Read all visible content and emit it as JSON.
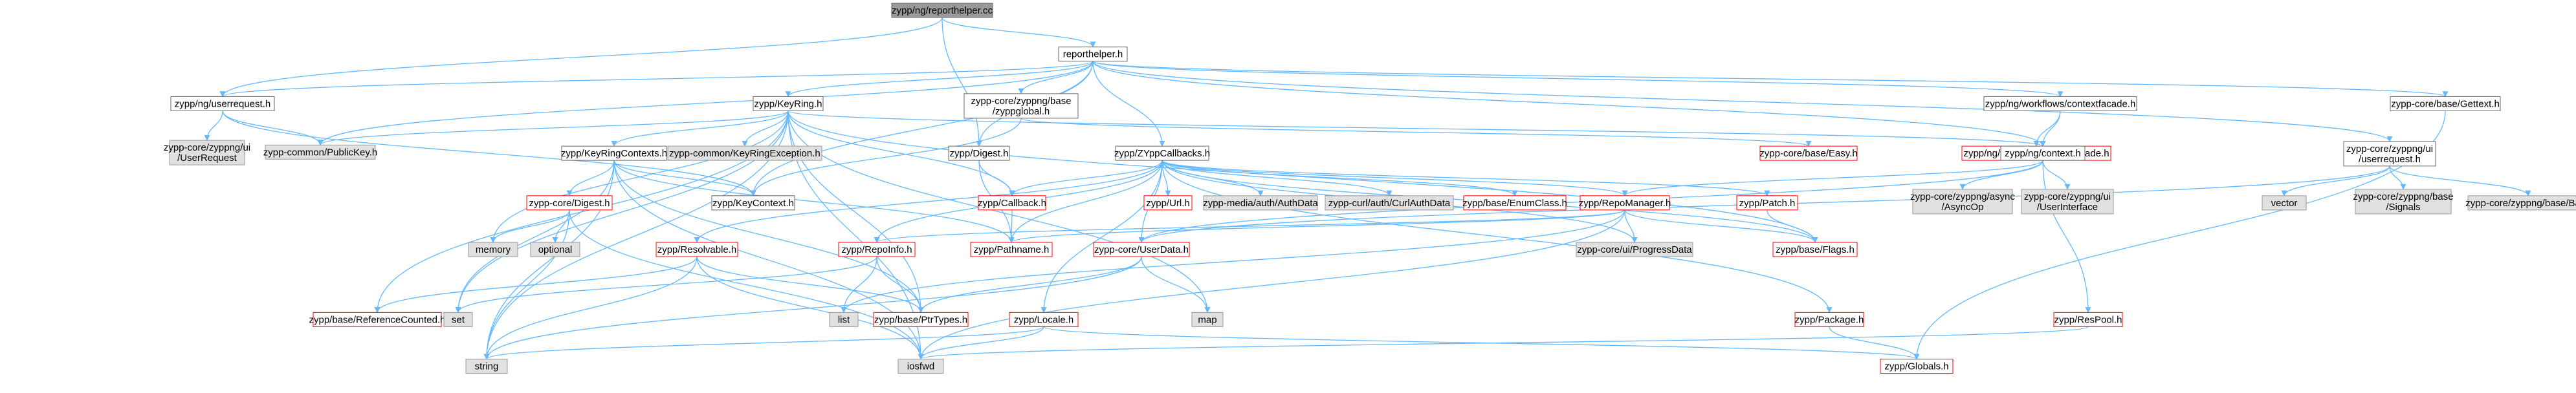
{
  "colors": {
    "edge": "#63b8ff",
    "box_border": "#666666",
    "box_fill": "#ffffff",
    "root_fill": "#999999",
    "external_fill": "#e0e0e0",
    "external_border": "#999999",
    "truncated_border": "#ff0000",
    "text": "#000000"
  },
  "nodes": [
    {
      "id": "root",
      "label": "zypp/ng/reporthelper.cc",
      "kind": "root"
    },
    {
      "id": "reporthelper",
      "label": "reporthelper.h",
      "kind": "normal"
    },
    {
      "id": "userrequest_h",
      "label": "zypp/ng/userrequest.h",
      "kind": "normal"
    },
    {
      "id": "ui_userrequest",
      "label": "zypp-core/zyppng/ui\n/UserRequest",
      "kind": "external"
    },
    {
      "id": "publickey",
      "label": "zypp-common/PublicKey.h",
      "kind": "external"
    },
    {
      "id": "keyring",
      "label": "zypp/KeyRing.h",
      "kind": "normal"
    },
    {
      "id": "zyppglobal",
      "label": "zypp-core/zyppng/base\n/zyppglobal.h",
      "kind": "normal"
    },
    {
      "id": "contextfacade",
      "label": "zypp/ng/workflows/contextfacade.h",
      "kind": "normal"
    },
    {
      "id": "gettext",
      "label": "zypp-core/base/Gettext.h",
      "kind": "normal"
    },
    {
      "id": "keyringcontexts",
      "label": "zypp/KeyRingContexts.h",
      "kind": "normal"
    },
    {
      "id": "keyringexception",
      "label": "zypp-common/KeyRingException.h",
      "kind": "external"
    },
    {
      "id": "digest_h",
      "label": "zypp/Digest.h",
      "kind": "normal"
    },
    {
      "id": "zyppcallbacks",
      "label": "zypp/ZYppCallbacks.h",
      "kind": "normal"
    },
    {
      "id": "easy",
      "label": "zypp-core/base/Easy.h",
      "kind": "truncated"
    },
    {
      "id": "mediafacade",
      "label": "zypp/ng/workflows/mediafacade.h",
      "kind": "truncated"
    },
    {
      "id": "context_h",
      "label": "zypp/ng/context.h",
      "kind": "normal"
    },
    {
      "id": "ui_userrequest_h",
      "label": "zypp-core/zyppng/ui\n/userrequest.h",
      "kind": "normal"
    },
    {
      "id": "core_digest",
      "label": "zypp-core/Digest.h",
      "kind": "truncated"
    },
    {
      "id": "keycontext",
      "label": "zypp/KeyContext.h",
      "kind": "normal"
    },
    {
      "id": "callback",
      "label": "zypp/Callback.h",
      "kind": "truncated"
    },
    {
      "id": "url",
      "label": "zypp/Url.h",
      "kind": "truncated"
    },
    {
      "id": "authdata",
      "label": "zypp-media/auth/AuthData",
      "kind": "external"
    },
    {
      "id": "curlauthdata",
      "label": "zypp-curl/auth/CurlAuthData",
      "kind": "external"
    },
    {
      "id": "enumclass",
      "label": "zypp/base/EnumClass.h",
      "kind": "truncated"
    },
    {
      "id": "repomanager",
      "label": "zypp/RepoManager.h",
      "kind": "truncated"
    },
    {
      "id": "patch",
      "label": "zypp/Patch.h",
      "kind": "truncated"
    },
    {
      "id": "asyncop",
      "label": "zypp-core/zyppng/async\n/AsyncOp",
      "kind": "external"
    },
    {
      "id": "userinterface",
      "label": "zypp-core/zyppng/ui\n/UserInterface",
      "kind": "external"
    },
    {
      "id": "vector",
      "label": "vector",
      "kind": "external"
    },
    {
      "id": "signals",
      "label": "zypp-core/zyppng/base\n/Signals",
      "kind": "external"
    },
    {
      "id": "basebase",
      "label": "zypp-core/zyppng/base/Base",
      "kind": "external"
    },
    {
      "id": "memory",
      "label": "memory",
      "kind": "external"
    },
    {
      "id": "optional",
      "label": "optional",
      "kind": "external"
    },
    {
      "id": "resolvable",
      "label": "zypp/Resolvable.h",
      "kind": "truncated"
    },
    {
      "id": "pathname",
      "label": "zypp/Pathname.h",
      "kind": "truncated"
    },
    {
      "id": "repoinfo",
      "label": "zypp/RepoInfo.h",
      "kind": "truncated"
    },
    {
      "id": "userdata",
      "label": "zypp-core/UserData.h",
      "kind": "truncated"
    },
    {
      "id": "progressdata",
      "label": "zypp-core/ui/ProgressData",
      "kind": "external"
    },
    {
      "id": "flags",
      "label": "zypp/base/Flags.h",
      "kind": "truncated"
    },
    {
      "id": "package",
      "label": "zypp/Package.h",
      "kind": "truncated"
    },
    {
      "id": "respool",
      "label": "zypp/ResPool.h",
      "kind": "truncated"
    },
    {
      "id": "refcounted",
      "label": "zypp/base/ReferenceCounted.h",
      "kind": "truncated"
    },
    {
      "id": "set",
      "label": "set",
      "kind": "external"
    },
    {
      "id": "list",
      "label": "list",
      "kind": "external"
    },
    {
      "id": "ptrtypes",
      "label": "zypp/base/PtrTypes.h",
      "kind": "truncated"
    },
    {
      "id": "locale",
      "label": "zypp/Locale.h",
      "kind": "truncated"
    },
    {
      "id": "map",
      "label": "map",
      "kind": "external"
    },
    {
      "id": "string",
      "label": "string",
      "kind": "external"
    },
    {
      "id": "iosfwd",
      "label": "iosfwd",
      "kind": "external"
    },
    {
      "id": "globals",
      "label": "zypp/Globals.h",
      "kind": "truncated"
    }
  ],
  "edges": [
    [
      "root",
      "reporthelper"
    ],
    [
      "root",
      "userrequest_h"
    ],
    [
      "root",
      "digest_h"
    ],
    [
      "reporthelper",
      "userrequest_h"
    ],
    [
      "reporthelper",
      "keyring"
    ],
    [
      "reporthelper",
      "zyppglobal"
    ],
    [
      "reporthelper",
      "contextfacade"
    ],
    [
      "reporthelper",
      "gettext"
    ],
    [
      "reporthelper",
      "ui_userrequest_h"
    ],
    [
      "reporthelper",
      "publickey"
    ],
    [
      "reporthelper",
      "digest_h"
    ],
    [
      "reporthelper",
      "zyppcallbacks"
    ],
    [
      "reporthelper",
      "keycontext"
    ],
    [
      "reporthelper",
      "context_h"
    ],
    [
      "userrequest_h",
      "ui_userrequest"
    ],
    [
      "userrequest_h",
      "publickey"
    ],
    [
      "userrequest_h",
      "keycontext"
    ],
    [
      "keyring",
      "publickey"
    ],
    [
      "keyring",
      "keyringcontexts"
    ],
    [
      "keyring",
      "keyringexception"
    ],
    [
      "keyring",
      "callback"
    ],
    [
      "keyring",
      "ptrtypes"
    ],
    [
      "keyring",
      "flags"
    ],
    [
      "keyring",
      "memory"
    ],
    [
      "keyring",
      "string"
    ],
    [
      "keyring",
      "set"
    ],
    [
      "keyring",
      "map"
    ],
    [
      "keyring",
      "refcounted"
    ],
    [
      "keyring",
      "iosfwd"
    ],
    [
      "keyring",
      "context_h"
    ],
    [
      "zyppglobal",
      "easy"
    ],
    [
      "zyppglobal",
      "keycontext"
    ],
    [
      "contextfacade",
      "context_h"
    ],
    [
      "contextfacade",
      "mediafacade"
    ],
    [
      "keyringcontexts",
      "keycontext"
    ],
    [
      "keyringcontexts",
      "core_digest"
    ],
    [
      "keyringcontexts",
      "pathname"
    ],
    [
      "keyringcontexts",
      "string"
    ],
    [
      "keyringcontexts",
      "iosfwd"
    ],
    [
      "keyringcontexts",
      "ptrtypes"
    ],
    [
      "keyringcontexts",
      "set"
    ],
    [
      "digest_h",
      "callback"
    ],
    [
      "digest_h",
      "pathname"
    ],
    [
      "zyppcallbacks",
      "callback"
    ],
    [
      "zyppcallbacks",
      "url"
    ],
    [
      "zyppcallbacks",
      "authdata"
    ],
    [
      "zyppcallbacks",
      "curlauthdata"
    ],
    [
      "zyppcallbacks",
      "enumclass"
    ],
    [
      "zyppcallbacks",
      "repomanager"
    ],
    [
      "zyppcallbacks",
      "patch"
    ],
    [
      "zyppcallbacks",
      "resolvable"
    ],
    [
      "zyppcallbacks",
      "pathname"
    ],
    [
      "zyppcallbacks",
      "repoinfo"
    ],
    [
      "zyppcallbacks",
      "userdata"
    ],
    [
      "zyppcallbacks",
      "progressdata"
    ],
    [
      "zyppcallbacks",
      "flags"
    ],
    [
      "zyppcallbacks",
      "package"
    ],
    [
      "zyppcallbacks",
      "locale"
    ],
    [
      "context_h",
      "asyncop"
    ],
    [
      "context_h",
      "userinterface"
    ],
    [
      "context_h",
      "respool"
    ],
    [
      "context_h",
      "repomanager"
    ],
    [
      "context_h",
      "userdata"
    ],
    [
      "ui_userrequest_h",
      "vector"
    ],
    [
      "ui_userrequest_h",
      "signals"
    ],
    [
      "ui_userrequest_h",
      "basebase"
    ],
    [
      "ui_userrequest_h",
      "userdata"
    ],
    [
      "gettext",
      "globals"
    ],
    [
      "core_digest",
      "memory"
    ],
    [
      "core_digest",
      "optional"
    ],
    [
      "core_digest",
      "string"
    ],
    [
      "core_digest",
      "iosfwd"
    ],
    [
      "callback",
      "pathname"
    ],
    [
      "resolvable",
      "iosfwd"
    ],
    [
      "resolvable",
      "string"
    ],
    [
      "resolvable",
      "refcounted"
    ],
    [
      "resolvable",
      "ptrtypes"
    ],
    [
      "repomanager",
      "repoinfo"
    ],
    [
      "repomanager",
      "progressdata"
    ],
    [
      "repomanager",
      "flags"
    ],
    [
      "repomanager",
      "list"
    ],
    [
      "repomanager",
      "iosfwd"
    ],
    [
      "repomanager",
      "pathname"
    ],
    [
      "patch",
      "flags"
    ],
    [
      "repoinfo",
      "list"
    ],
    [
      "repoinfo",
      "set"
    ],
    [
      "repoinfo",
      "ptrtypes"
    ],
    [
      "userdata",
      "map"
    ],
    [
      "userdata",
      "ptrtypes"
    ],
    [
      "userdata",
      "string"
    ],
    [
      "package",
      "globals"
    ],
    [
      "respool",
      "iosfwd"
    ],
    [
      "locale",
      "iosfwd"
    ],
    [
      "locale",
      "string"
    ],
    [
      "locale",
      "globals"
    ]
  ]
}
